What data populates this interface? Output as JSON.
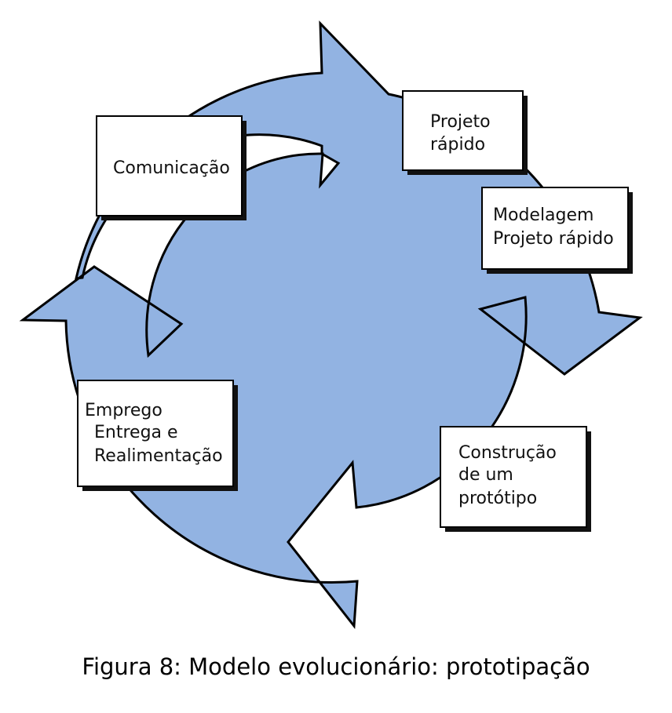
{
  "colors": {
    "ring_fill": "#92b3e2",
    "outline": "#000000",
    "box_fill": "#ffffff",
    "shadow": "#111111"
  },
  "stages": [
    {
      "id": "comunicacao",
      "lines": [
        "Comunicação"
      ]
    },
    {
      "id": "projeto-rapido",
      "lines": [
        "Projeto",
        "rápido"
      ]
    },
    {
      "id": "modelagem",
      "lines": [
        "Modelagem",
        "Projeto rápido"
      ]
    },
    {
      "id": "construcao",
      "lines": [
        "Construção",
        "de um",
        "protótipo"
      ]
    },
    {
      "id": "emprego",
      "lines": [
        "Emprego",
        "Entrega e",
        "Realimentação"
      ]
    }
  ],
  "caption": "Figura 8: Modelo evolucionário: prototipação"
}
